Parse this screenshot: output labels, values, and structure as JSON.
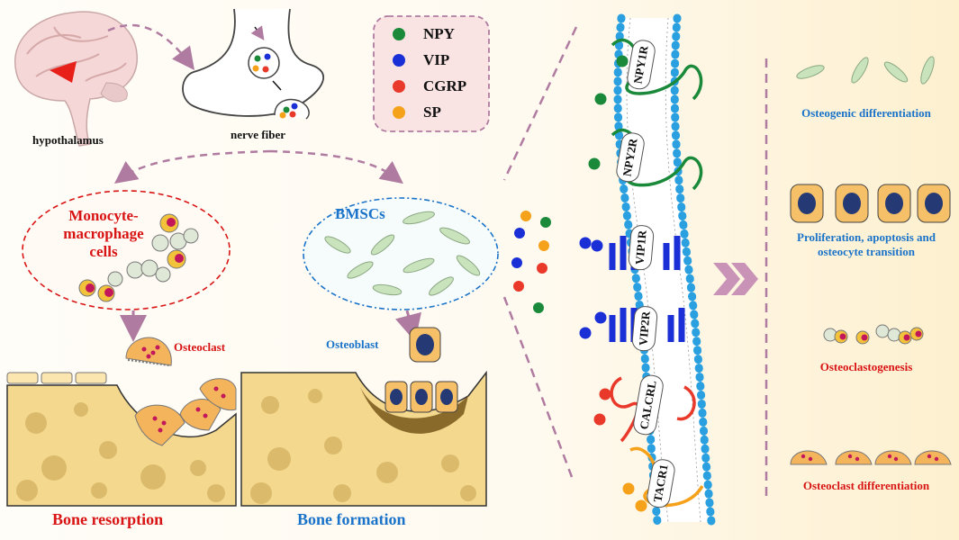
{
  "labels": {
    "hypothalamus": "hypothalamus",
    "nerve_fiber": "nerve fiber",
    "monocyte_line1": "Monocyte-",
    "monocyte_line2": "macrophage",
    "monocyte_line3": "cells",
    "bmscs": "BMSCs",
    "osteoclast": "Osteoclast",
    "osteoblast": "Osteoblast",
    "bone_resorption": "Bone resorption",
    "bone_formation": "Bone formation"
  },
  "legend": [
    {
      "name": "NPY",
      "color": "#1a8a3a"
    },
    {
      "name": "VIP",
      "color": "#1a2fd6"
    },
    {
      "name": "CGRP",
      "color": "#e8392a"
    },
    {
      "name": "SP",
      "color": "#f5a11a"
    }
  ],
  "receptors": [
    {
      "name": "NPY1R",
      "color": "#1a8a3a"
    },
    {
      "name": "NPY2R",
      "color": "#1a8a3a"
    },
    {
      "name": "VIP1R",
      "color": "#1a2fd6"
    },
    {
      "name": "VIP2R",
      "color": "#1a2fd6"
    },
    {
      "name": "CALCRL",
      "color": "#e8392a"
    },
    {
      "name": "TACR1",
      "color": "#f5a11a"
    }
  ],
  "outcomes": {
    "osteogenic": "Osteogenic differentiation",
    "prolif_line1": "Proliferation, apoptosis and",
    "prolif_line2": "osteocyte transition",
    "osteoclastogenesis": "Osteoclastogenesis",
    "osteoclast_diff": "Osteoclast differentiation"
  },
  "colors": {
    "red_label": "#d81414",
    "blue_label": "#1a73c9",
    "dashed_arrow": "#b07ba0",
    "bone": "#f3d88e",
    "membrane_bead": "#2aa0e0"
  }
}
